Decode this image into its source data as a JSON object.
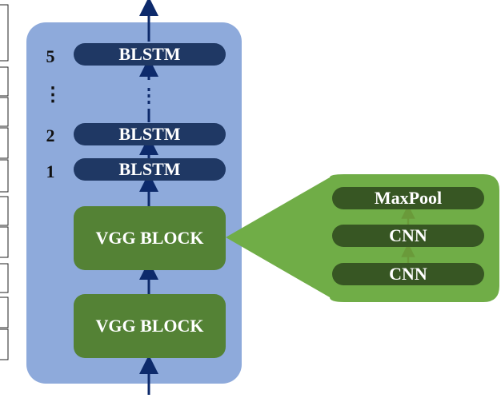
{
  "layers": {
    "blstm_top": "BLSTM",
    "blstm_mid": "BLSTM",
    "blstm_low": "BLSTM",
    "vgg_top": "VGG BLOCK",
    "vgg_bottom": "VGG BLOCK"
  },
  "layer_numbers": {
    "top": "5",
    "ellipsis": "⋮",
    "mid": "2",
    "low": "1"
  },
  "vgg_detail": {
    "maxpool": "MaxPool",
    "cnn_top": "CNN",
    "cnn_bottom": "CNN"
  },
  "colors": {
    "container": "#8eaadb",
    "blstm": "#1f3864",
    "vgg": "#548235",
    "detail_panel": "#70ad47",
    "detail_pill": "#375623",
    "arrow": "#0d2a6b"
  }
}
